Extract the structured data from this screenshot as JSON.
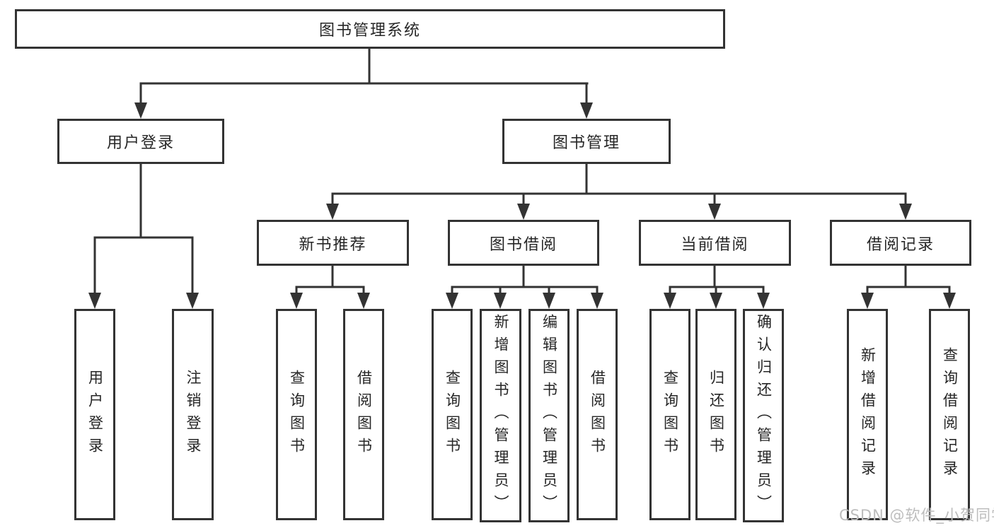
{
  "tree": {
    "root": {
      "label": "图书管理系统"
    },
    "branches": [
      {
        "label": "用户登录",
        "children": [
          {
            "label": "用户登录"
          },
          {
            "label": "注销登录"
          }
        ]
      },
      {
        "label": "图书管理",
        "sections": [
          {
            "label": "新书推荐",
            "children": [
              {
                "label": "查询图书"
              },
              {
                "label": "借阅图书"
              }
            ]
          },
          {
            "label": "图书借阅",
            "children": [
              {
                "label": "查询图书"
              },
              {
                "label": "新增图书（管理员）"
              },
              {
                "label": "编辑图书（管理员）"
              },
              {
                "label": "借阅图书"
              }
            ]
          },
          {
            "label": "当前借阅",
            "children": [
              {
                "label": "查询图书"
              },
              {
                "label": "归还图书"
              },
              {
                "label": "确认归还（管理员）"
              }
            ]
          },
          {
            "label": "借阅记录",
            "children": [
              {
                "label": "新增借阅记录"
              },
              {
                "label": "查询借阅记录"
              }
            ]
          }
        ]
      }
    ]
  },
  "watermark": {
    "text": "CSDN @软件_小贺同学"
  },
  "colors": {
    "line": "#333333",
    "text": "#262626",
    "background": "#ffffff",
    "watermark": "#bdbdbd"
  }
}
